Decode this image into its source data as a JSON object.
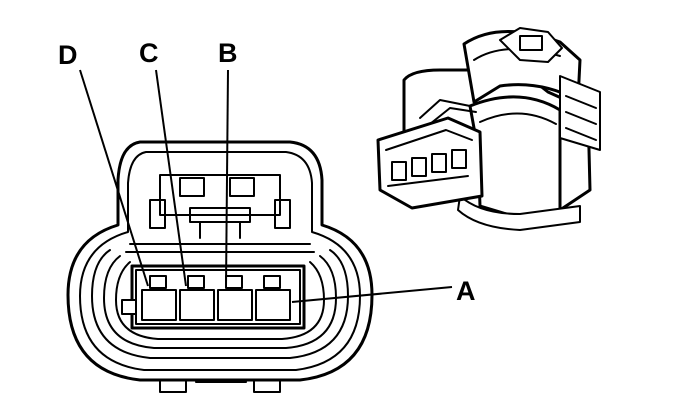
{
  "labels": {
    "d": "D",
    "c": "C",
    "b": "B",
    "a": "A"
  },
  "colors": {
    "stroke": "#000000",
    "background": "#ffffff"
  }
}
